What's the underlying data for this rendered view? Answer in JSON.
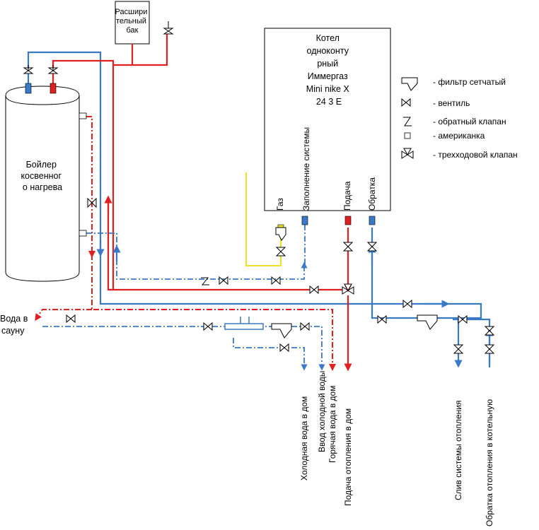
{
  "boiler_tank": {
    "label_lines": [
      "Бойлер",
      "косвенног",
      "о нагрева"
    ]
  },
  "expansion_tank": {
    "label_lines": [
      "Расшири",
      "тельный",
      "бак"
    ]
  },
  "main_boiler": {
    "label_lines": [
      "Котел",
      "одноконту",
      "рный",
      "Иммергаз",
      "Mini nike X",
      "24 3 E"
    ],
    "connections": [
      "Газ",
      "Заполнение системы",
      "Подача",
      "Обратка"
    ]
  },
  "legend": [
    {
      "icon": "mesh-filter-icon",
      "text": "- фильтр сетчатый"
    },
    {
      "icon": "valve-icon",
      "text": "- вентиль"
    },
    {
      "icon": "check-valve-icon",
      "text": "- обратный клапан"
    },
    {
      "icon": "union-fitting-icon",
      "text": "- американка"
    },
    {
      "icon": "three-way-valve-icon",
      "text": "- трехходовой клапан"
    }
  ],
  "side_outlet": {
    "label_lines": [
      "Вода в",
      "сауну"
    ]
  },
  "outlets": [
    "Холодная вода в дом",
    "Ввод холодной воды",
    "Горячая вода в дом",
    "Подача отопления в дом",
    "Слив системы отопления",
    "Обратка отопления в котельную"
  ],
  "colors": {
    "hot_supply": "#e02020",
    "cold_return": "#3a78c8",
    "gas": "#f0e020"
  }
}
